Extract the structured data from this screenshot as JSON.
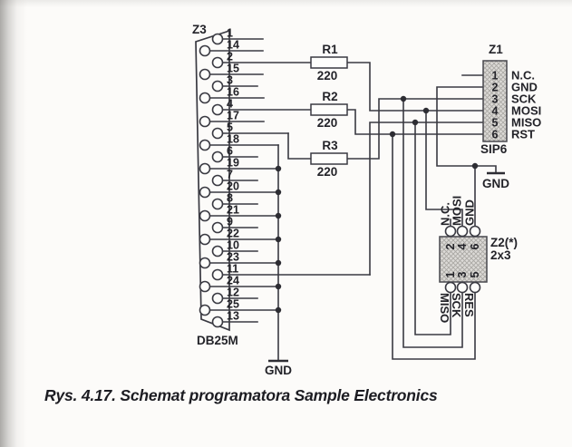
{
  "figure": {
    "caption": "Rys. 4.17. Schemat programatora Sample Electronics"
  },
  "db25": {
    "designator": "Z3",
    "package": "DB25M",
    "pins": [
      "1",
      "14",
      "2",
      "15",
      "3",
      "16",
      "4",
      "17",
      "5",
      "18",
      "6",
      "19",
      "7",
      "20",
      "8",
      "21",
      "9",
      "22",
      "10",
      "23",
      "11",
      "24",
      "12",
      "25",
      "13"
    ]
  },
  "resistors": [
    {
      "name": "R1",
      "value": "220"
    },
    {
      "name": "R2",
      "value": "220"
    },
    {
      "name": "R3",
      "value": "220"
    }
  ],
  "z1": {
    "designator": "Z1",
    "package": "SIP6",
    "pins": [
      {
        "num": "1",
        "label": "N.C."
      },
      {
        "num": "2",
        "label": "GND"
      },
      {
        "num": "3",
        "label": "SCK"
      },
      {
        "num": "4",
        "label": "MOSI"
      },
      {
        "num": "5",
        "label": "MISO"
      },
      {
        "num": "6",
        "label": "RST"
      }
    ]
  },
  "z2": {
    "designator": "Z2(*)",
    "size": "2x3",
    "top_pins": [
      {
        "num": "2",
        "label": "N.C."
      },
      {
        "num": "4",
        "label": "MOSI"
      },
      {
        "num": "6",
        "label": "GND"
      }
    ],
    "bottom_pins": [
      {
        "num": "1",
        "label": "MISO"
      },
      {
        "num": "3",
        "label": "SCK"
      },
      {
        "num": "5",
        "label": "RES"
      }
    ]
  },
  "ground_labels": {
    "db25_side": "GND",
    "z1_side": "GND"
  },
  "colors": {
    "wire": "#3a3a42",
    "text": "#232329",
    "connector_fill": "#d8d6d3",
    "paper": "#fcfbf9"
  }
}
